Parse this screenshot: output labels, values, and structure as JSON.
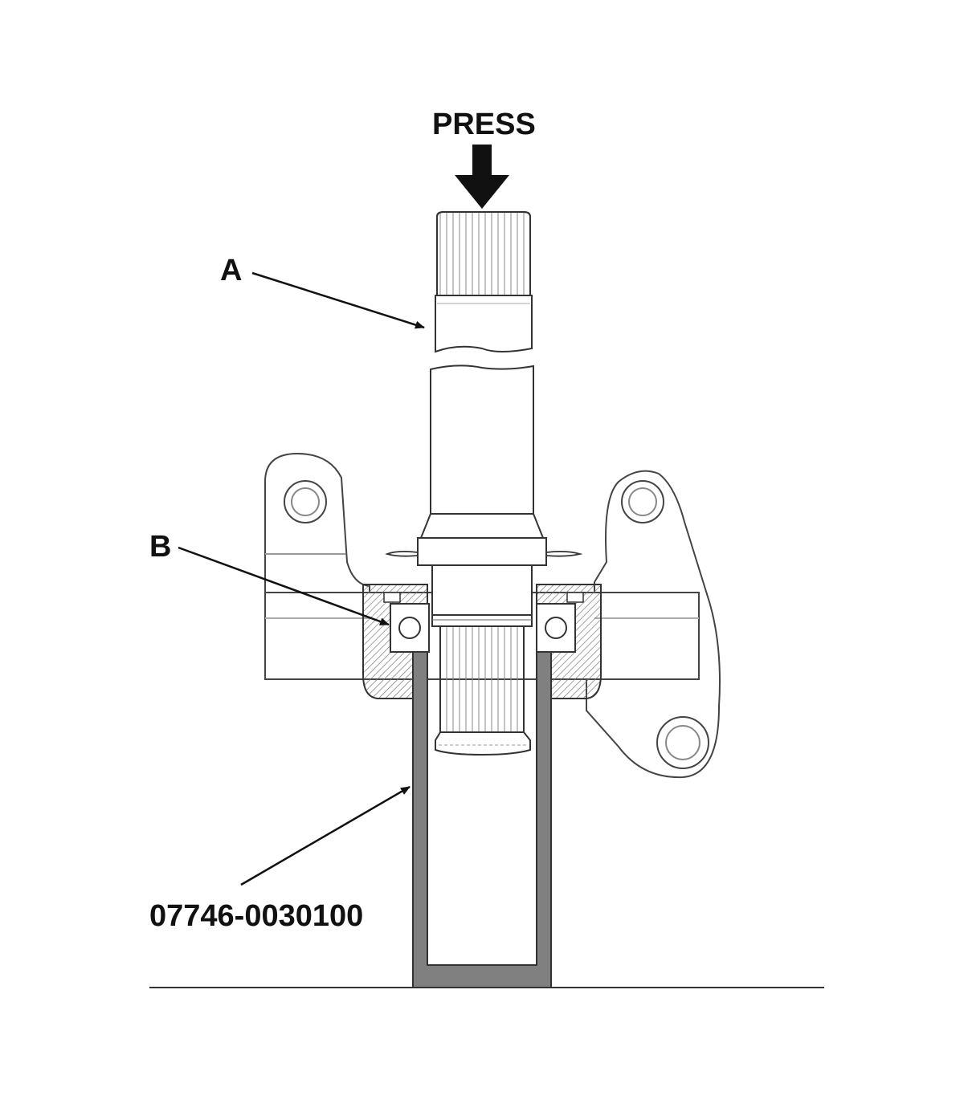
{
  "diagram": {
    "labels": {
      "press": "PRESS",
      "part_a": "A",
      "part_b": "B",
      "tool": "07746-0030100"
    },
    "colors": {
      "line": "#333333",
      "tool_fill": "#808080",
      "background": "#ffffff"
    }
  }
}
